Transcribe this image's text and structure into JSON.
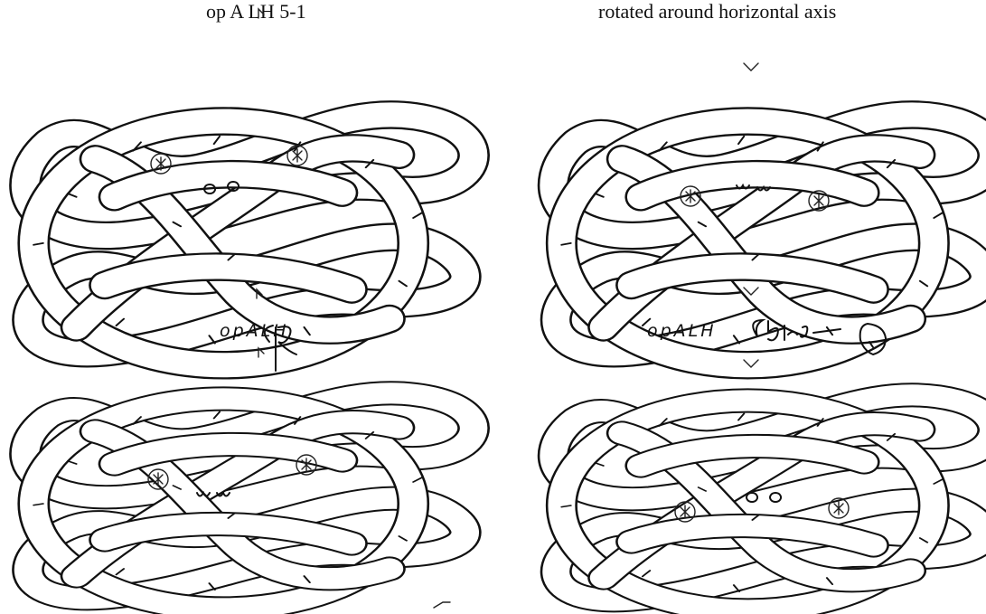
{
  "titles": {
    "left": "op A LH 5-1",
    "right": "rotated around horizontal axis"
  },
  "annotations": {
    "left_handwriting": "opALH",
    "right_handwriting": "opALH"
  }
}
